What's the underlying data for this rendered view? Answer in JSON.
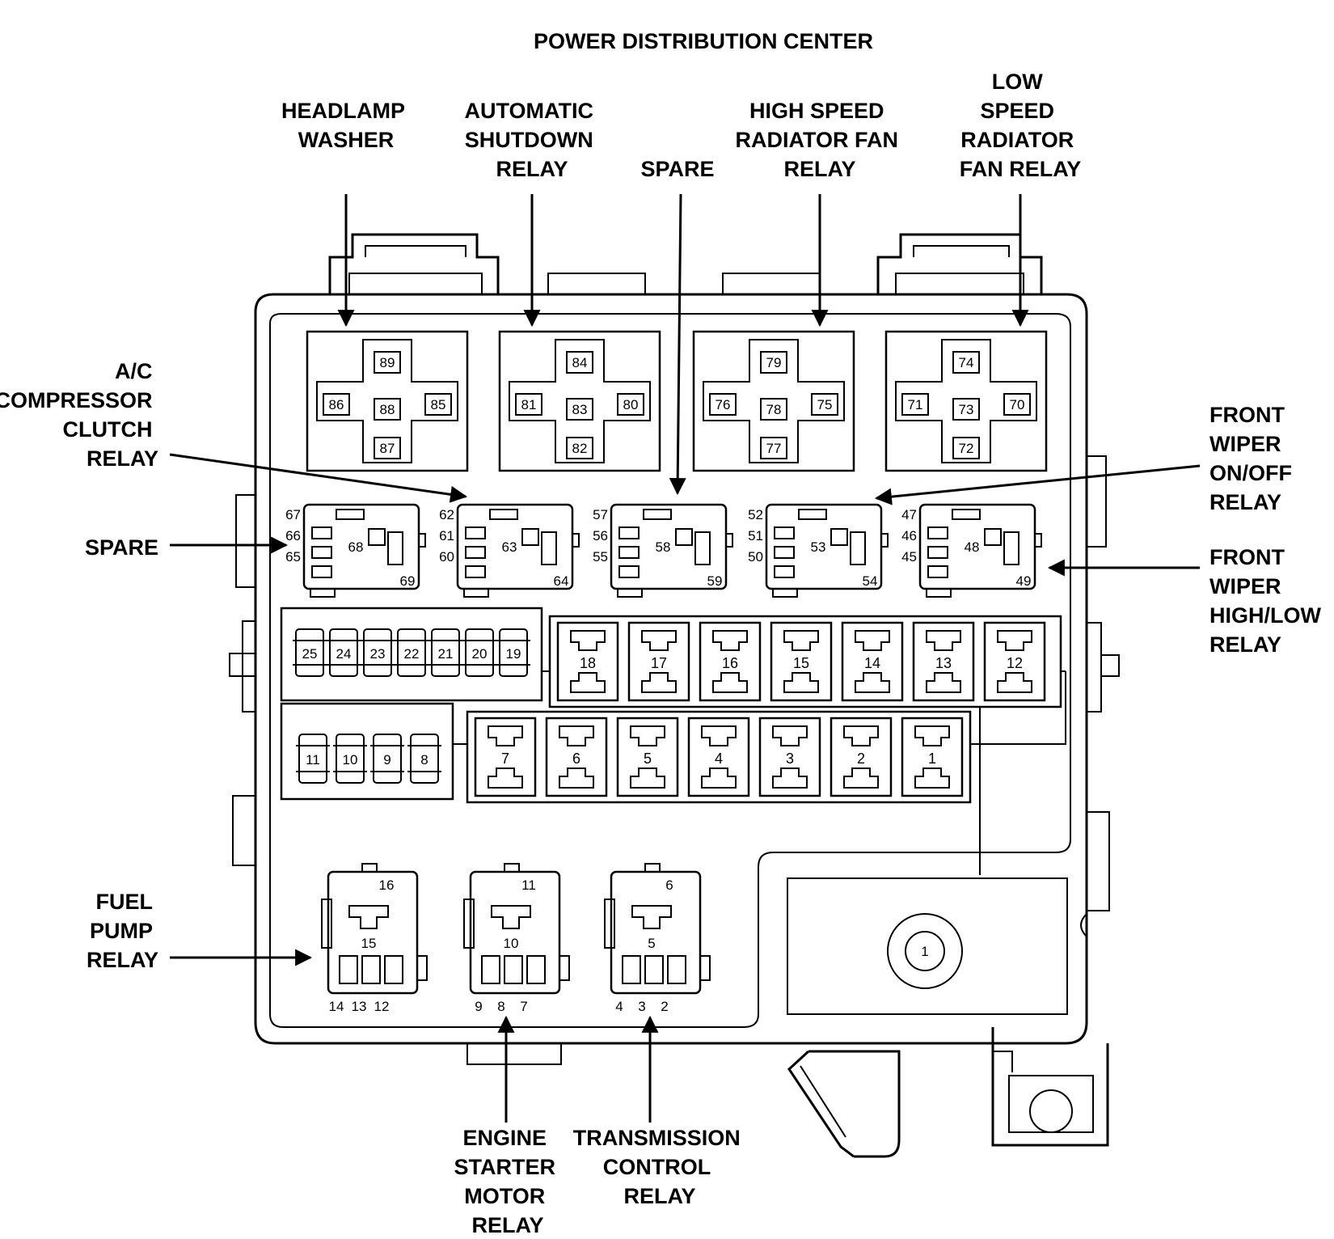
{
  "title": "POWER DISTRIBUTION CENTER",
  "callouts": {
    "headlamp_washer": [
      "HEADLAMP",
      "WASHER"
    ],
    "asd_relay": [
      "AUTOMATIC",
      "SHUTDOWN",
      "RELAY"
    ],
    "spare_top": [
      "SPARE"
    ],
    "hs_fan_relay": [
      "HIGH SPEED",
      "RADIATOR FAN",
      "RELAY"
    ],
    "ls_fan_relay": [
      "LOW",
      "SPEED",
      "RADIATOR",
      "FAN RELAY"
    ],
    "ac_clutch_relay": [
      "A/C",
      "COMPRESSOR",
      "CLUTCH",
      "RELAY"
    ],
    "spare_left": [
      "SPARE"
    ],
    "wiper_onoff": [
      "FRONT",
      "WIPER",
      "ON/OFF",
      "RELAY"
    ],
    "wiper_highlow": [
      "FRONT",
      "WIPER",
      "HIGH/LOW",
      "RELAY"
    ],
    "fuel_pump": [
      "FUEL",
      "PUMP",
      "RELAY"
    ],
    "starter_relay": [
      "ENGINE",
      "STARTER",
      "MOTOR",
      "RELAY"
    ],
    "tcm_relay": [
      "TRANSMISSION",
      "CONTROL",
      "RELAY"
    ]
  },
  "large_relays": [
    {
      "top": "89",
      "left": "86",
      "center": "88",
      "right": "85",
      "bottom": "87"
    },
    {
      "top": "84",
      "left": "81",
      "center": "83",
      "right": "80",
      "bottom": "82"
    },
    {
      "top": "79",
      "left": "76",
      "center": "78",
      "right": "75",
      "bottom": "77"
    },
    {
      "top": "74",
      "left": "71",
      "center": "73",
      "right": "70",
      "bottom": "72"
    }
  ],
  "mini_relays": [
    {
      "pins": [
        "67",
        "66",
        "65"
      ],
      "center": "68",
      "corner": "69"
    },
    {
      "pins": [
        "62",
        "61",
        "60"
      ],
      "center": "63",
      "corner": "64"
    },
    {
      "pins": [
        "57",
        "56",
        "55"
      ],
      "center": "58",
      "corner": "59"
    },
    {
      "pins": [
        "52",
        "51",
        "50"
      ],
      "center": "53",
      "corner": "54"
    },
    {
      "pins": [
        "47",
        "46",
        "45"
      ],
      "center": "48",
      "corner": "49"
    }
  ],
  "small_fuses_row1": [
    "25",
    "24",
    "23",
    "22",
    "21",
    "20",
    "19"
  ],
  "small_fuses_row2": [
    "11",
    "10",
    "9",
    "8"
  ],
  "cartridge_fuses_row1": [
    "18",
    "17",
    "16",
    "15",
    "14",
    "13",
    "12"
  ],
  "cartridge_fuses_row2": [
    "7",
    "6",
    "5",
    "4",
    "3",
    "2",
    "1"
  ],
  "iso_relays": [
    {
      "top": "16",
      "mid": "15",
      "pins": [
        "14",
        "13",
        "12"
      ]
    },
    {
      "top": "11",
      "mid": "10",
      "pins": [
        "9",
        "8",
        "7"
      ]
    },
    {
      "top": "6",
      "mid": "5",
      "pins": [
        "4",
        "3",
        "2"
      ]
    }
  ],
  "battery_stud": "1"
}
